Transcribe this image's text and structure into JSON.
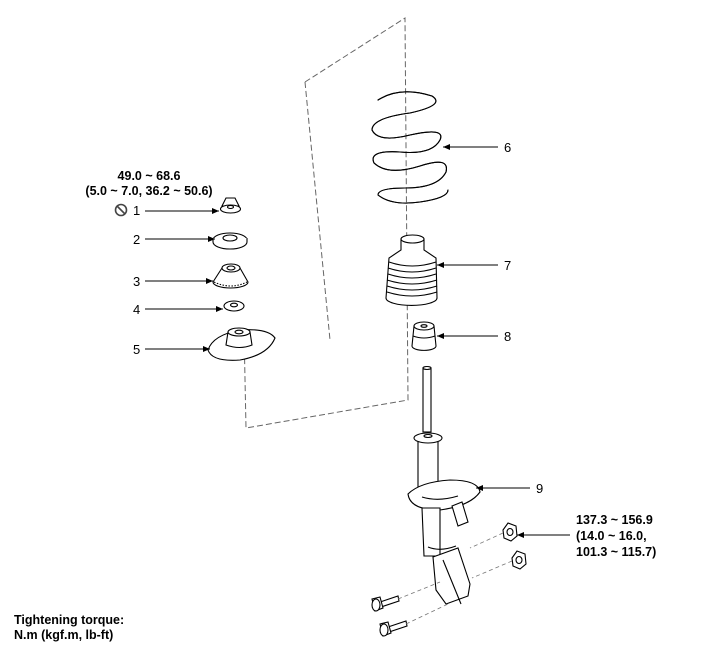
{
  "callouts": [
    {
      "number": "1"
    },
    {
      "number": "2"
    },
    {
      "number": "3"
    },
    {
      "number": "4"
    },
    {
      "number": "5"
    },
    {
      "number": "6"
    },
    {
      "number": "7"
    },
    {
      "number": "8"
    },
    {
      "number": "9"
    }
  ],
  "torque_top": {
    "line1": "49.0 ~ 68.6",
    "line2": "(5.0 ~ 7.0, 36.2 ~ 50.6)"
  },
  "torque_bottom": {
    "line1": "137.3 ~ 156.9",
    "line2": "(14.0 ~ 16.0,",
    "line3": "101.3 ~ 115.7)"
  },
  "legend": {
    "line1": "Tightening torque:",
    "line2": "N.m (kgf.m, lb-ft)"
  },
  "icons": {
    "do_not_reuse": "prohibited-circle-icon"
  }
}
